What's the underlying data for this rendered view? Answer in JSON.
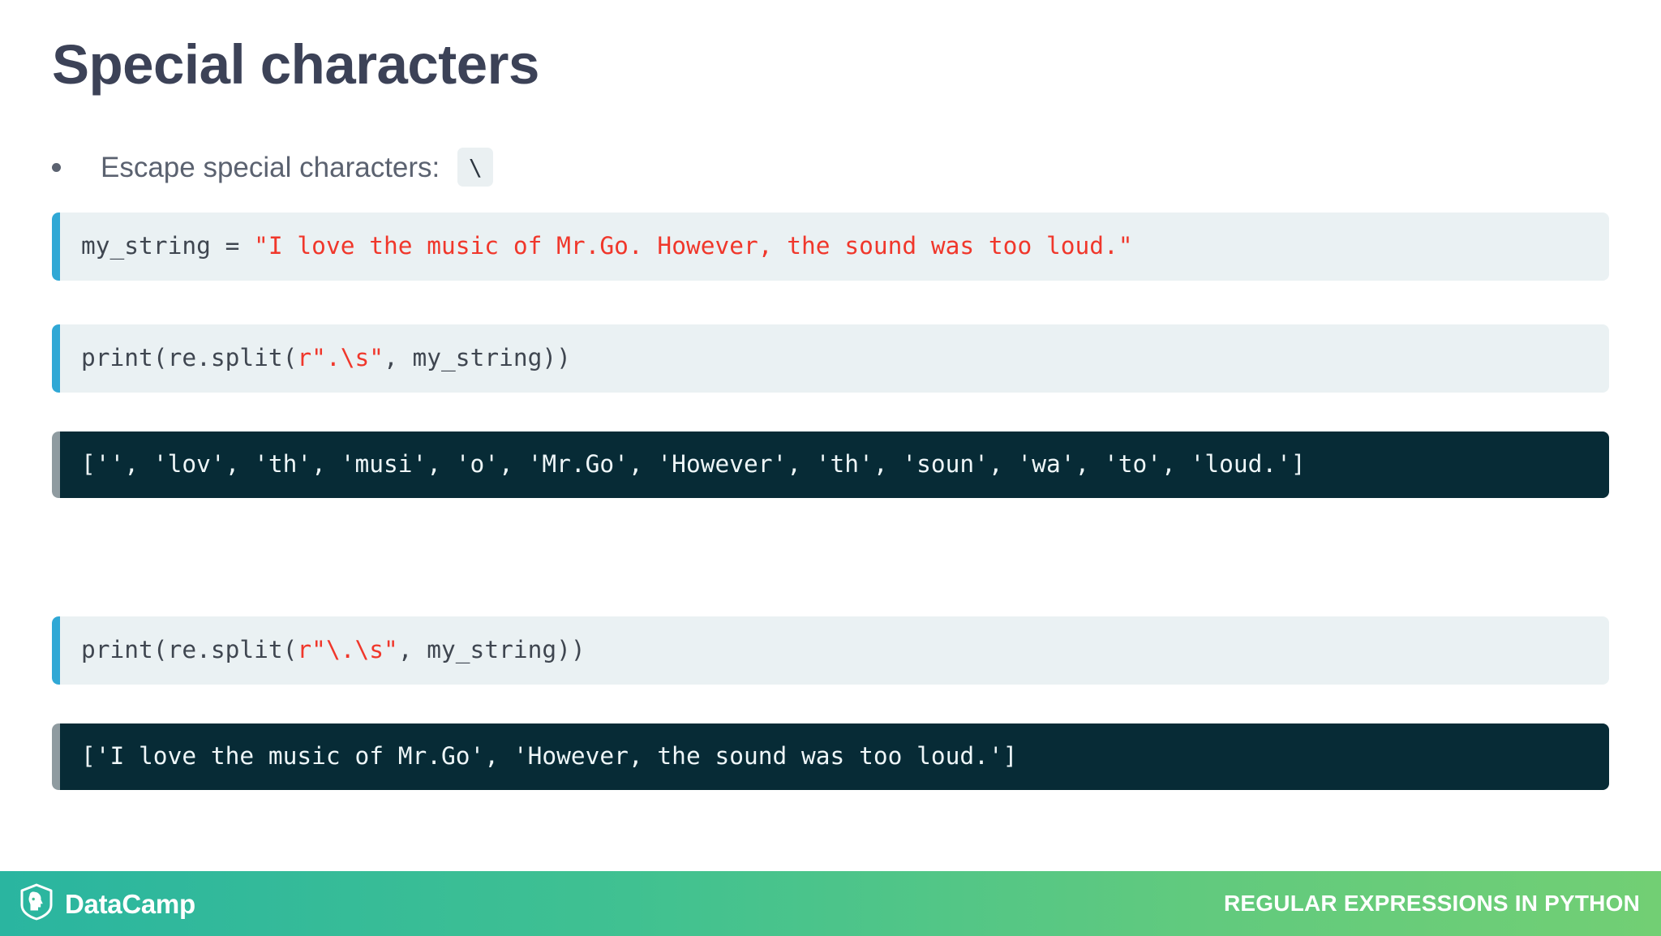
{
  "slide": {
    "title": "Special characters",
    "bullet": {
      "marker": "bullet-dot",
      "text": "Escape special characters:",
      "inline_code": "\\"
    }
  },
  "blocks": [
    {
      "id": "block-assign",
      "kind": "code",
      "accent_color": "#30a8d5",
      "background": "#eaf1f3",
      "plain_before": "my_string = ",
      "string": "\"I love the music of Mr.Go. However, the sound was too loud.\"",
      "plain_after": "",
      "full_text": "my_string = \"I love the music of Mr.Go. However, the sound was too loud.\""
    },
    {
      "id": "block-split1",
      "kind": "code",
      "accent_color": "#30a8d5",
      "background": "#eaf1f3",
      "plain_before": "print(re.split(",
      "string": "r\".\\s\"",
      "plain_after": ", my_string))",
      "full_text": "print(re.split(r\".\\s\", my_string))"
    },
    {
      "id": "block-out1",
      "kind": "output",
      "accent_color": "#8f9ba0",
      "background": "#072b36",
      "full_text": "['', 'lov', 'th', 'musi', 'o', 'Mr.Go', 'However', 'th', 'soun', 'wa', 'to', 'loud.']"
    },
    {
      "id": "block-split2",
      "kind": "code",
      "accent_color": "#30a8d5",
      "background": "#eaf1f3",
      "plain_before": "print(re.split(",
      "string": "r\"\\.\\s\"",
      "plain_after": ", my_string))",
      "full_text": "print(re.split(r\"\\.\\s\", my_string))"
    },
    {
      "id": "block-out2",
      "kind": "output",
      "accent_color": "#8f9ba0",
      "background": "#072b36",
      "full_text": "['I love the music of Mr.Go', 'However, the sound was too loud.']"
    }
  ],
  "footer": {
    "brand_name": "DataCamp",
    "logo_icon": "datacamp-shield-icon",
    "course_title": "REGULAR EXPRESSIONS IN PYTHON",
    "gradient_start": "#2ab5a0",
    "gradient_end": "#72cf74"
  },
  "colors": {
    "title": "#3c4257",
    "body_text": "#5b6270",
    "code_text": "#3f4650",
    "string_red": "#f0372b",
    "output_text": "#eef6f8"
  }
}
